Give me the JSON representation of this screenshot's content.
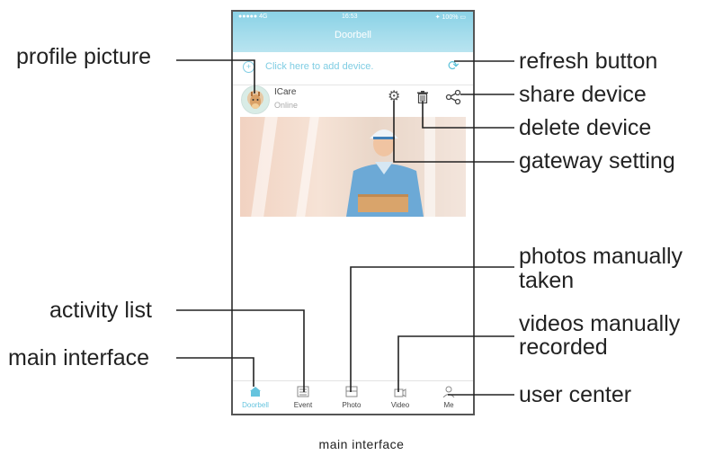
{
  "phone": {
    "status_left": "●●●●● 4G",
    "status_center": "16:53",
    "status_right": "✦ 100% ▭",
    "title": "Doorbell",
    "add_device_text": "Click here to add device.",
    "device_name": "ICare",
    "device_status": "Online",
    "tabs": [
      {
        "label": "Doorbell",
        "icon": "bell-icon"
      },
      {
        "label": "Event",
        "icon": "list-icon"
      },
      {
        "label": "Photo",
        "icon": "image-icon"
      },
      {
        "label": "Video",
        "icon": "camera-icon"
      },
      {
        "label": "Me",
        "icon": "user-icon"
      }
    ]
  },
  "callouts": {
    "profile_picture": "profile picture",
    "refresh_button": "refresh button",
    "share_device": "share device",
    "delete_device": "delete device",
    "gateway_setting": "gateway setting",
    "photos_manually_1": "photos manually",
    "photos_manually_2": "taken",
    "videos_manually_1": "videos manually",
    "videos_manually_2": "recorded",
    "activity_list": "activity list",
    "main_interface": "main interface",
    "user_center": "user center"
  },
  "caption": "main  interface",
  "colors": {
    "accent": "#7fcde3",
    "header_top": "#8ad2e6",
    "line": "#222222"
  }
}
